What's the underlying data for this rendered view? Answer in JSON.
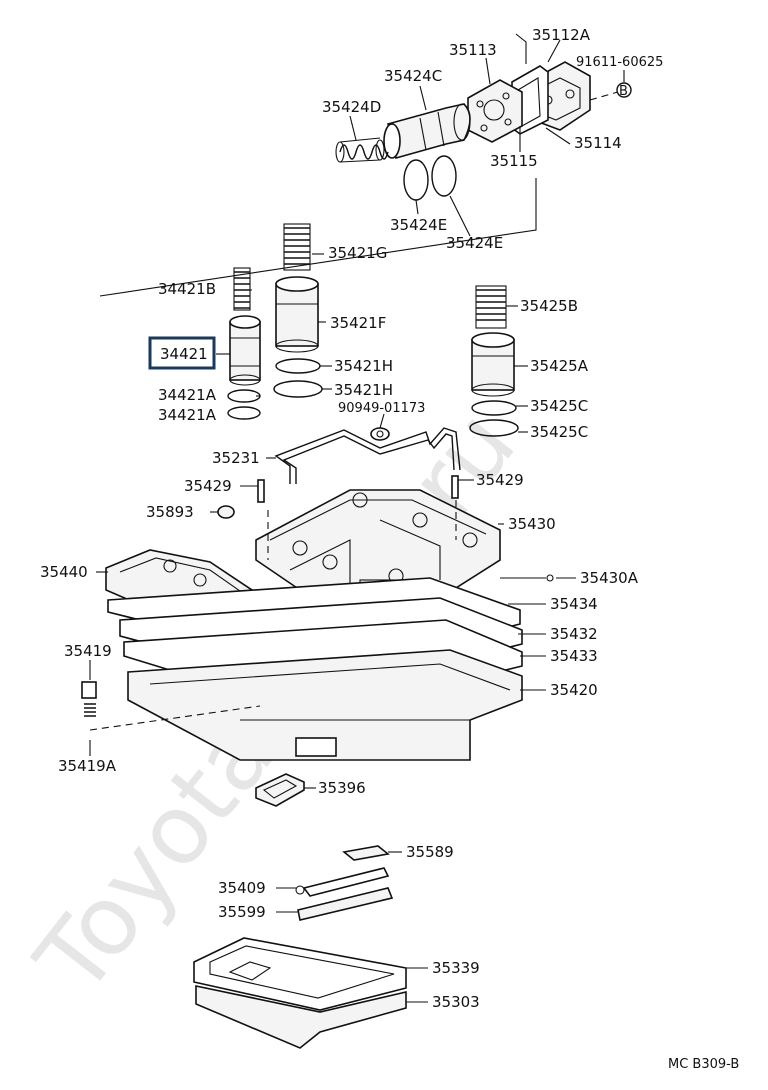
{
  "watermark": "Toyota-Time.ru",
  "footer": {
    "code": "MC B309-B"
  },
  "highlighted_part": "34421",
  "labels": {
    "p35112A": "35112A",
    "p35113": "35113",
    "p91611": "91611-60625",
    "p35424C": "35424C",
    "p35424D": "35424D",
    "p35115": "35115",
    "p35114": "35114",
    "p35424E_1": "35424E",
    "p35424E_2": "35424E",
    "p35421G": "35421G",
    "p34421B": "34421B",
    "p35421F": "35421F",
    "p34421": "34421",
    "p35421H_1": "35421H",
    "p35421H_2": "35421H",
    "p34421A_1": "34421A",
    "p34421A_2": "34421A",
    "p35425B": "35425B",
    "p35425A": "35425A",
    "p35425C_1": "35425C",
    "p35425C_2": "35425C",
    "p90949": "90949-01173",
    "p35231": "35231",
    "p35429_l": "35429",
    "p35429_r": "35429",
    "p35893": "35893",
    "p35430": "35430",
    "p35440": "35440",
    "p35430A": "35430A",
    "p35434": "35434",
    "p35432": "35432",
    "p35433": "35433",
    "p35419": "35419",
    "p35420": "35420",
    "p35419A": "35419A",
    "p35396": "35396",
    "p35589": "35589",
    "p35409": "35409",
    "p35599": "35599",
    "p35339": "35339",
    "p35303": "35303"
  },
  "circle_marker": "B"
}
